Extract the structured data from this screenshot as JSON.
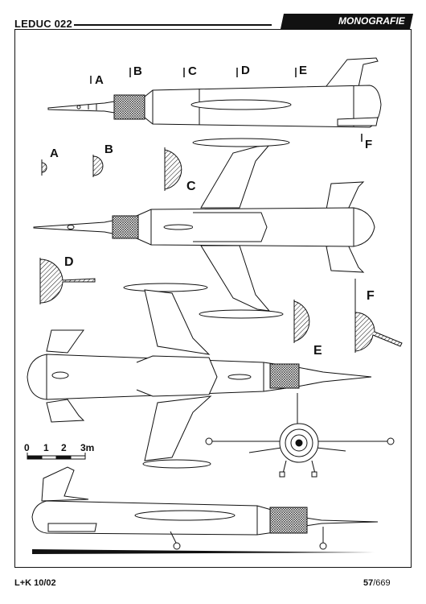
{
  "header": {
    "title": "LEDUC 022",
    "section": "MONOGRAFIE"
  },
  "section_labels": {
    "A": "A",
    "B": "B",
    "C": "C",
    "D": "D",
    "E": "E",
    "F": "F"
  },
  "cut_markers": [
    "A",
    "B",
    "C",
    "D",
    "E",
    "F"
  ],
  "scale_bar": {
    "ticks": [
      "0",
      "1",
      "2"
    ],
    "last": "3m"
  },
  "footer": {
    "magazine": "L+K 10/02",
    "page": "57",
    "total": "/669"
  }
}
